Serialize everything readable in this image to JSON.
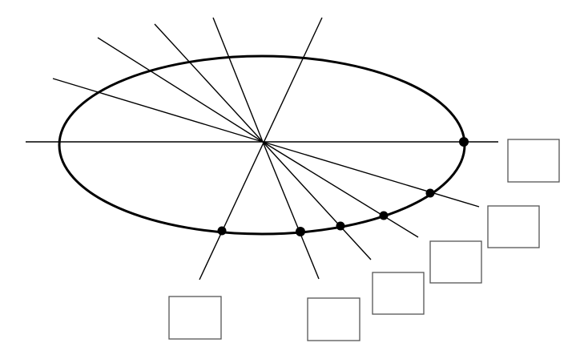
{
  "diagram": {
    "description_elements": [
      "ellipse",
      "horizontal-axis",
      "rays-from-focus",
      "intersection-points",
      "empty-label-boxes"
    ],
    "colors": {
      "line": "#000000",
      "box_border": "#555555",
      "background": "#ffffff"
    },
    "labels": []
  }
}
